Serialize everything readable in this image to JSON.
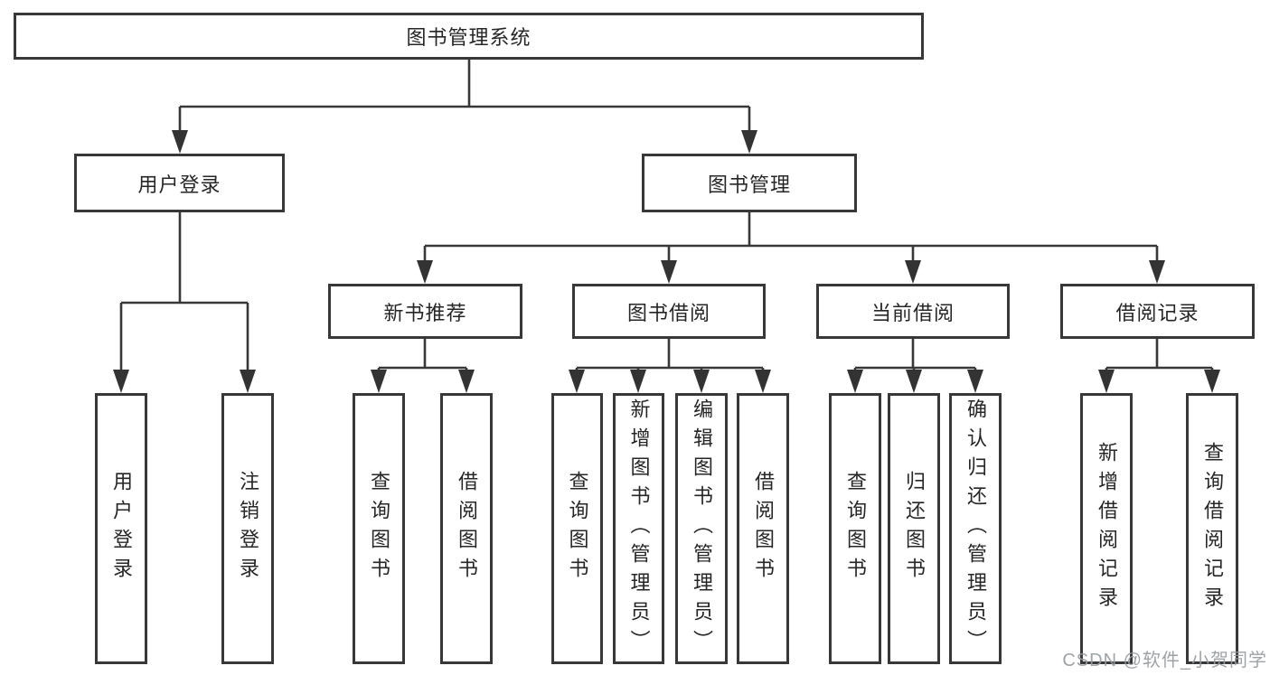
{
  "tree": {
    "label": "图书管理系统",
    "children": [
      {
        "label": "用户登录",
        "children": [
          {
            "label": "用户登录"
          },
          {
            "label": "注销登录"
          }
        ]
      },
      {
        "label": "图书管理",
        "children": [
          {
            "label": "新书推荐",
            "children": [
              {
                "label": "查询图书"
              },
              {
                "label": "借阅图书"
              }
            ]
          },
          {
            "label": "图书借阅",
            "children": [
              {
                "label": "查询图书"
              },
              {
                "label": "新增图书（管理员）"
              },
              {
                "label": "编辑图书（管理员）"
              },
              {
                "label": "借阅图书"
              }
            ]
          },
          {
            "label": "当前借阅",
            "children": [
              {
                "label": "查询图书"
              },
              {
                "label": "归还图书"
              },
              {
                "label": "确认归还（管理员）"
              }
            ]
          },
          {
            "label": "借阅记录",
            "children": [
              {
                "label": "新增借阅记录"
              },
              {
                "label": "查询借阅记录"
              }
            ]
          }
        ]
      }
    ]
  },
  "watermark": {
    "text": "CSDN @软件_小贺同学"
  },
  "colors": {
    "line": "#383838",
    "box_border": "#383838",
    "text": "#262626",
    "watermark": "#969ba0"
  }
}
